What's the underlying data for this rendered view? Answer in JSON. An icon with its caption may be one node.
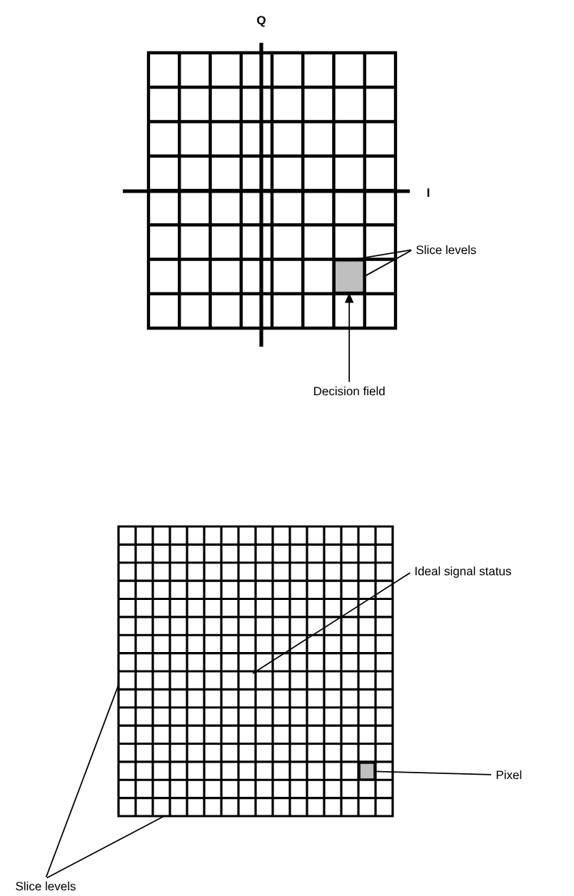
{
  "diagram": {
    "nodes": [
      {
        "text": [
          "Slice levels"
        ]
      },
      {
        "text": [],
        "shape": "box"
      },
      {
        "text": [
          "Decision field"
        ]
      },
      {
        "text": [
          "Ideal signal status"
        ]
      },
      {
        "text": [
          "Pixel"
        ]
      },
      {
        "text": [],
        "shape": "box"
      },
      {
        "text": [
          "Slice levels"
        ]
      }
    ],
    "edges": [
      {
        "from": 0,
        "to": 1,
        "arrow": "none"
      },
      {
        "from": 0,
        "to": 1,
        "arrow": "none"
      },
      {
        "from": 2,
        "to": 1,
        "arrow": "to"
      },
      {
        "from": 3,
        "to": null,
        "arrow": "none"
      },
      {
        "from": 4,
        "to": 5,
        "arrow": "none"
      },
      {
        "from": 6,
        "to": null,
        "arrow": "none"
      },
      {
        "from": 6,
        "to": null,
        "arrow": "none"
      }
    ],
    "labels": [
      "Q",
      "I"
    ]
  }
}
